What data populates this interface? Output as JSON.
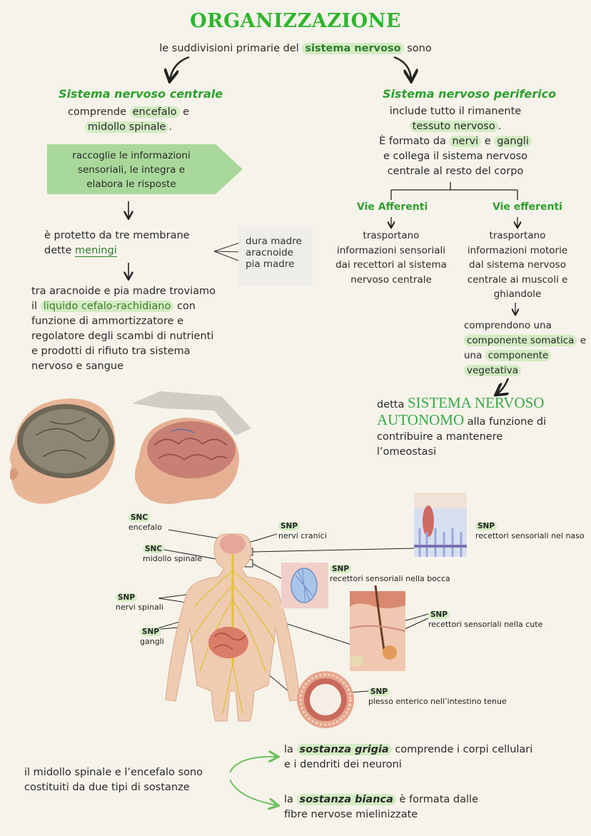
{
  "title": "ORGANIZZAZIONE",
  "intro": {
    "before": "le suddivisioni primarie del",
    "highlight": "sistema nervoso",
    "after": "sono"
  },
  "snc": {
    "heading": "Sistema nervoso centrale",
    "line1_pre": "comprende",
    "line1_hl": "encefalo",
    "line1_post": "e",
    "line2_hl": "midollo spinale",
    "line2_post": ".",
    "arrow_box": [
      "raccoglie le informazioni",
      "sensoriali, le integra e",
      "elabora le risposte"
    ],
    "meningi_line1": "è protetto da tre membrane",
    "meningi_line2_pre": "dette",
    "meningi_word": "meningi",
    "membranes": [
      "dura madre",
      "aracnoide",
      "pia madre"
    ],
    "liquor": {
      "line1": "tra aracnoide e pia madre troviamo",
      "line2_pre": "il",
      "line2_hl": "liquido cefalo-rachidiano",
      "line2_post": "con",
      "line3": "funzione di ammortizzatore e",
      "line4": "regolatore degli scambi di nutrienti",
      "line5": "e prodotti di rifiuto tra sistema",
      "line6": "nervoso e sangue"
    }
  },
  "snp": {
    "heading": "Sistema nervoso periferico",
    "line1": "include tutto il rimanente",
    "line2_hl": "tessuto nervoso",
    "line2_post": ".",
    "line3_pre": "È formato da",
    "line3_hl1": "nervi",
    "line3_mid": "e",
    "line3_hl2": "gangli",
    "line4": "e collega il sistema nervoso",
    "line5": "centrale al resto del corpo",
    "afferenti": {
      "heading": "Vie Afferenti",
      "text": [
        "trasportano",
        "informazioni sensoriali",
        "dai recettori al sistema",
        "nervoso centrale"
      ]
    },
    "efferenti": {
      "heading": "Vie efferenti",
      "text": [
        "trasportano",
        "informazioni motorie",
        "dal sistema nervoso",
        "centrale ai muscoli e",
        "ghiandole"
      ],
      "comp1": "comprendono una",
      "comp2_hl": "componente somatica",
      "comp2_post": "e",
      "comp3_pre": "una",
      "comp3_hl": "componente",
      "comp4_hl": "vegetativa"
    },
    "autonomo": {
      "pre": "detta",
      "name1": "SISTEMA NERVOSO",
      "name2": "AUTONOMO",
      "post1": "alla funzione di",
      "line2": "contribuire a mantenere",
      "line3": "l’omeostasi"
    }
  },
  "diagram_labels": {
    "snc_tag": "SNC",
    "snp_tag": "SNP",
    "encefalo": "encefalo",
    "midollo": "midollo spinale",
    "nervi_spinali": "nervi spinali",
    "gangli": "gangli",
    "nervi_cranici": "nervi cranici",
    "naso": "recettori sensoriali nel naso",
    "bocca": "recettori sensoriali nella bocca",
    "cute": "recettori sensoriali nella cute",
    "plesso": "plesso enterico nell’intestino tenue"
  },
  "bottom": {
    "left1": "il midollo spinale e l’encefalo sono",
    "left2": "costituiti da due tipi di sostanze",
    "grigia_pre": "la",
    "grigia_hl": "sostanza grigia",
    "grigia_post": "comprende i corpi cellulari",
    "grigia2": "e i dendriti dei neuroni",
    "bianca_pre": "la",
    "bianca_hl": "sostanza bianca",
    "bianca_post": "è formata dalle",
    "bianca2": "fibre nervose mielinizzate"
  },
  "colors": {
    "green_title": "#2fb52f",
    "highlight": "#d3ecc3",
    "box": "#a9d89b",
    "background": "#f6f3ea"
  }
}
